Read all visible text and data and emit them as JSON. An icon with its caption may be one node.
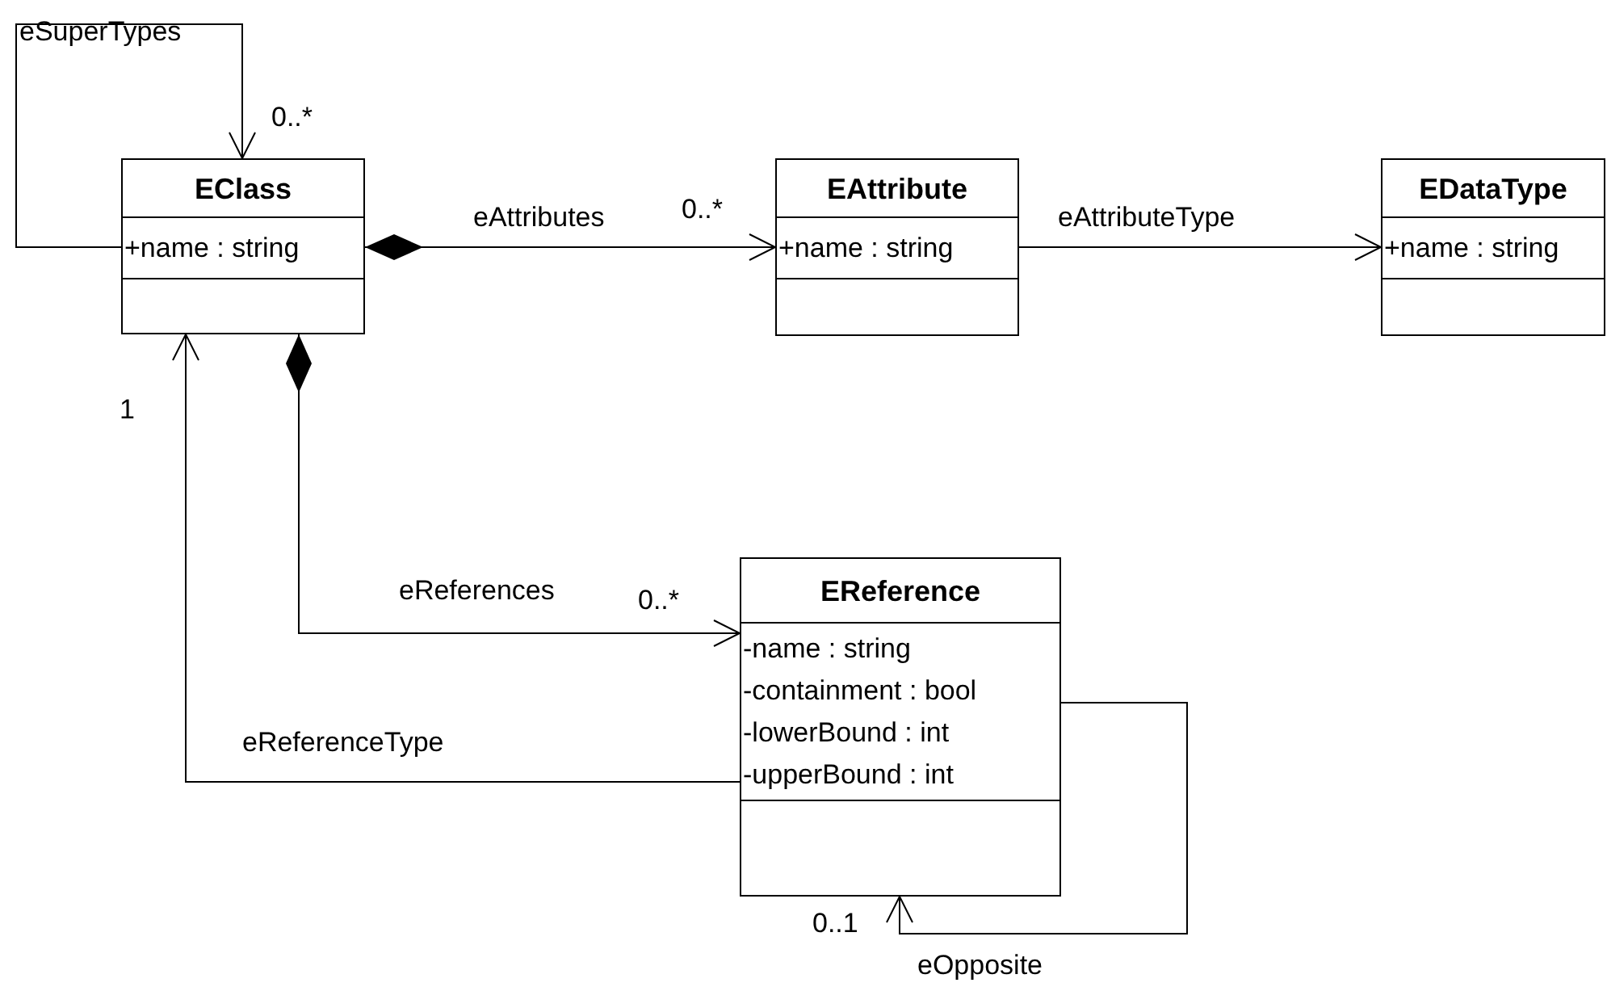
{
  "diagram": {
    "nodes": [
      {
        "text": [
          "EClass",
          "+name : string"
        ]
      },
      {
        "text": [
          "EAttribute",
          "+name : string"
        ]
      },
      {
        "text": [
          "EDataType",
          "+name : string"
        ]
      },
      {
        "text": [
          "EReference",
          "-name : string",
          "-containment : bool",
          "-lowerBound : int",
          "-upperBound : int"
        ]
      }
    ],
    "edges": [
      {
        "from": 0,
        "to": 0,
        "arrow": "to",
        "label": "eSuperTypes"
      },
      {
        "from": 0,
        "to": 1,
        "arrow": "to",
        "label": "eAttributes"
      },
      {
        "from": 1,
        "to": 2,
        "arrow": "to",
        "label": "eAttributeType"
      },
      {
        "from": 0,
        "to": 3,
        "arrow": "to",
        "label": "eReferences"
      },
      {
        "from": 3,
        "to": 0,
        "arrow": "to",
        "label": "eReferenceType"
      },
      {
        "from": 3,
        "to": 3,
        "arrow": "to",
        "label": "eOpposite"
      }
    ],
    "labels": [
      "0..*",
      "0..*",
      "1",
      "0..*",
      "0..1"
    ]
  }
}
